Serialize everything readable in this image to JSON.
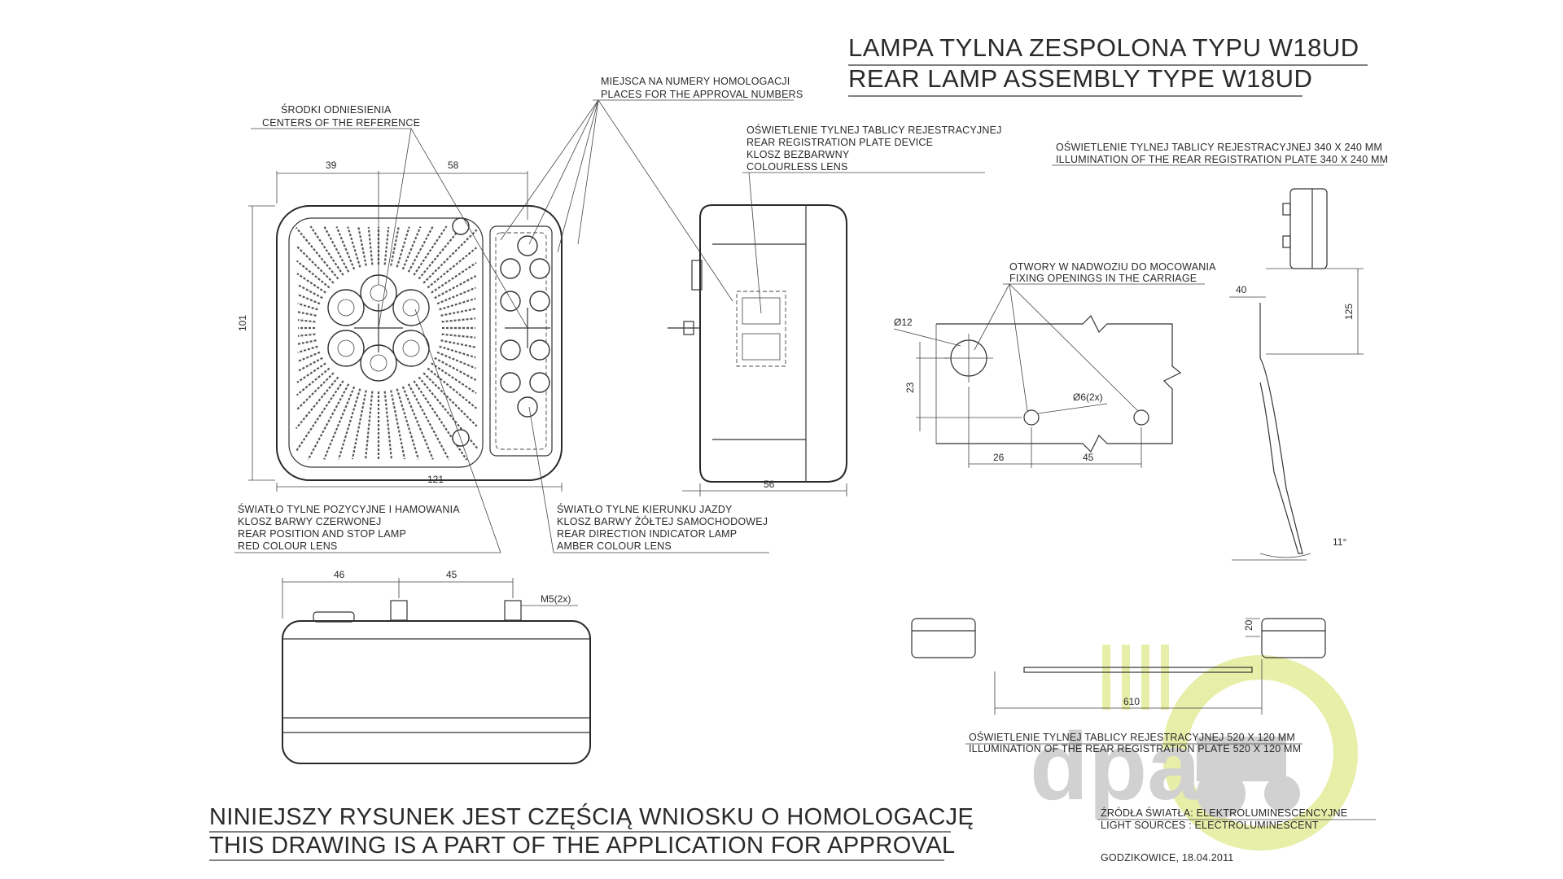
{
  "title": {
    "line1": "LAMPA TYLNA ZESPOLONA TYPU W18UD",
    "line2": "REAR LAMP ASSEMBLY TYPE W18UD"
  },
  "labels": {
    "reference_pl": "ŚRODKI ODNIESIENIA",
    "reference_en": "CENTERS OF THE REFERENCE",
    "approval_pl": "MIEJSCA NA NUMERY HOMOLOGACJI",
    "approval_en": "PLACES FOR THE APPROVAL NUMBERS",
    "plate_device_l1": "OŚWIETLENIE TYLNEJ TABLICY REJESTRACYJNEJ",
    "plate_device_l2": "REAR REGISTRATION PLATE DEVICE",
    "plate_device_l3": "KLOSZ BEZBARWNY",
    "plate_device_l4": "COLOURLESS LENS",
    "plate340_pl": "OŚWIETLENIE TYLNEJ TABLICY REJESTRACYJNEJ 340 X 240 MM",
    "plate340_en": "ILLUMINATION OF THE REAR REGISTRATION PLATE 340 X 240 MM",
    "fixing_pl": "OTWORY W NADWOZIU DO MOCOWANIA",
    "fixing_en": "FIXING OPENINGS IN THE CARRIAGE",
    "position_l1": "ŚWIATŁO TYLNE POZYCYJNE I HAMOWANIA",
    "position_l2": "KLOSZ BARWY CZERWONEJ",
    "position_l3": "REAR POSITION AND STOP LAMP",
    "position_l4": "RED COLOUR LENS",
    "direction_l1": "ŚWIATŁO TYLNE KIERUNKU JAZDY",
    "direction_l2": "KLOSZ BARWY ŻÓŁTEJ SAMOCHODOWEJ",
    "direction_l3": "REAR DIRECTION INDICATOR LAMP",
    "direction_l4": "AMBER COLOUR LENS",
    "plate520_pl": "OŚWIETLENIE TYLNEJ TABLICY REJESTRACYJNEJ 520 X 120 MM",
    "plate520_en": "ILLUMINATION OF THE REAR REGISTRATION PLATE 520 X 120 MM",
    "source_pl": "ŹRÓDŁA ŚWIATŁA: ELEKTROLUMINESCENCYJNE",
    "source_en": "LIGHT SOURCES : ELECTROLUMINESCENT",
    "place_date": "GODZIKOWICE,  18.04.2011"
  },
  "dimensions": {
    "d39": "39",
    "d58": "58",
    "d101": "101",
    "d121": "121",
    "d56": "56",
    "d46": "46",
    "d45a": "45",
    "m5": "M5(2x)",
    "phi12": "Ø12",
    "phi6": "Ø6(2x)",
    "d23": "23",
    "d26": "26",
    "d45b": "45",
    "d40": "40",
    "d125": "125",
    "angle": "11°",
    "d20": "20",
    "d610": "610"
  },
  "footer": {
    "line1": "NINIEJSZY RYSUNEK JEST CZĘŚCIĄ WNIOSKU O  HOMOLOGACJĘ",
    "line2": "THIS DRAWING IS A PART OF THE APPLICATION FOR  APPROVAL"
  },
  "watermark": {
    "text": "dpa"
  },
  "colors": {
    "line": "#333333",
    "watermark_yellow": "#e3ec9a",
    "watermark_grey": "#c9c9c9"
  }
}
